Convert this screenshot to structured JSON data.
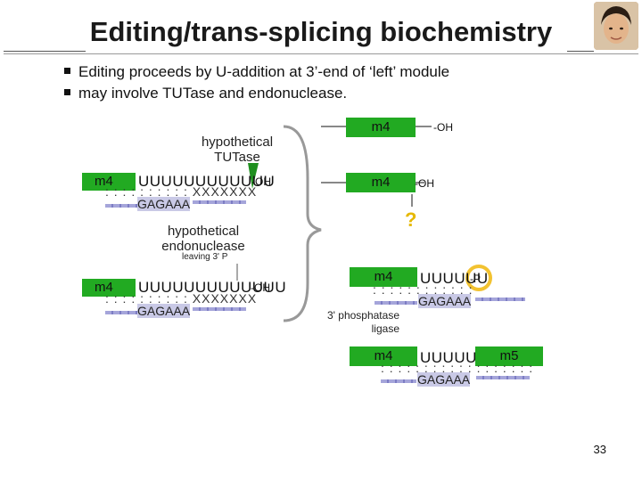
{
  "slide": {
    "title": "Editing/trans-splicing biochemistry",
    "bullets": [
      "Editing proceeds by U-addition at 3’-end of ‘left’ module",
      "may involve TUTase and endonuclease."
    ],
    "page_number": "33"
  },
  "left_diagram": {
    "tutase_label": "hypothetical\nTUTase",
    "upper": {
      "module": "m4",
      "u_run": "UUUUUUUUUUUU",
      "end": "-OH",
      "pairing": ": : : : : : : : : : XXXXXXX",
      "guide": "GAGAAA"
    },
    "endonuclease_label": "hypothetical\nendonuclease",
    "leaving_label": "leaving 3' P",
    "lower": {
      "module": "m4",
      "u_run": "UUUUUUUUUUUUU",
      "end": "-OH",
      "pairing": ": : : : : : : : : : XXXXXXX",
      "guide": "GAGAAA"
    }
  },
  "right_diagram": {
    "top": {
      "module": "m4",
      "end": "-OH"
    },
    "second": {
      "module": "m4",
      "end": "-OH"
    },
    "question": "?",
    "third": {
      "module": "m4",
      "u_run": "UUUUUU",
      "end": "-P",
      "pairing": ": : : : : : : : : : : :",
      "guide": "GAGAAA"
    },
    "enzymes_label": "3' phosphatase\nligase",
    "bottom": {
      "module_left": "m4",
      "u_run": "UUUUUU",
      "module_right": "m5",
      "pairing": ": : : : : : : : : : : : : : : : : :",
      "guide": "GAGAAA"
    }
  },
  "colors": {
    "module_green": "#22aa22",
    "arrow_green": "#1f8f1f",
    "guide_blue": "#a5a5da",
    "phosphate_ring": "#f2c230",
    "question_yellow": "#e6b800",
    "connector_gray": "#888888"
  }
}
